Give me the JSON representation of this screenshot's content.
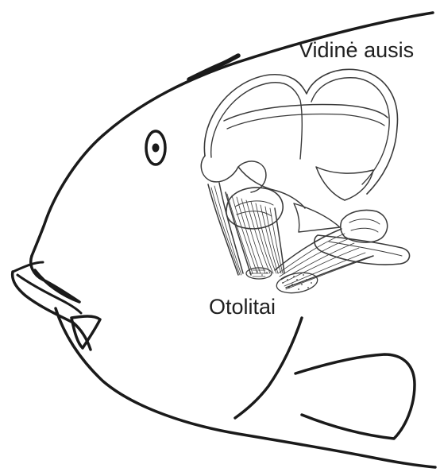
{
  "diagram": {
    "subject": "fish-head-inner-ear",
    "line_color": "#1a1a1a",
    "detail_color": "#3a3a3a",
    "background": "#ffffff",
    "labels": {
      "inner_ear": "Vidinė ausis",
      "otoliths": "Otolitai"
    }
  }
}
